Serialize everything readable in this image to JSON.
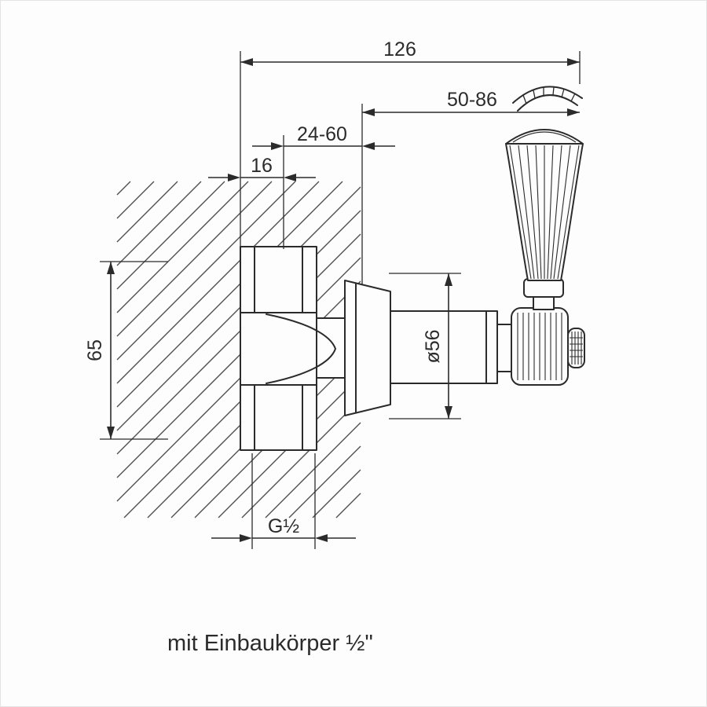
{
  "caption": "mit Einbaukörper ½\"",
  "dimensions": {
    "total_depth": "126",
    "handle_range": "50-86",
    "install_depth_range": "24-60",
    "wall_plate_offset": "16",
    "body_height": "65",
    "rosette_diameter": "ø56",
    "thread_size": "G½"
  },
  "colors": {
    "background": "#fdfdfd",
    "line": "#2b2b2b",
    "hatch": "#4f4f4f"
  }
}
